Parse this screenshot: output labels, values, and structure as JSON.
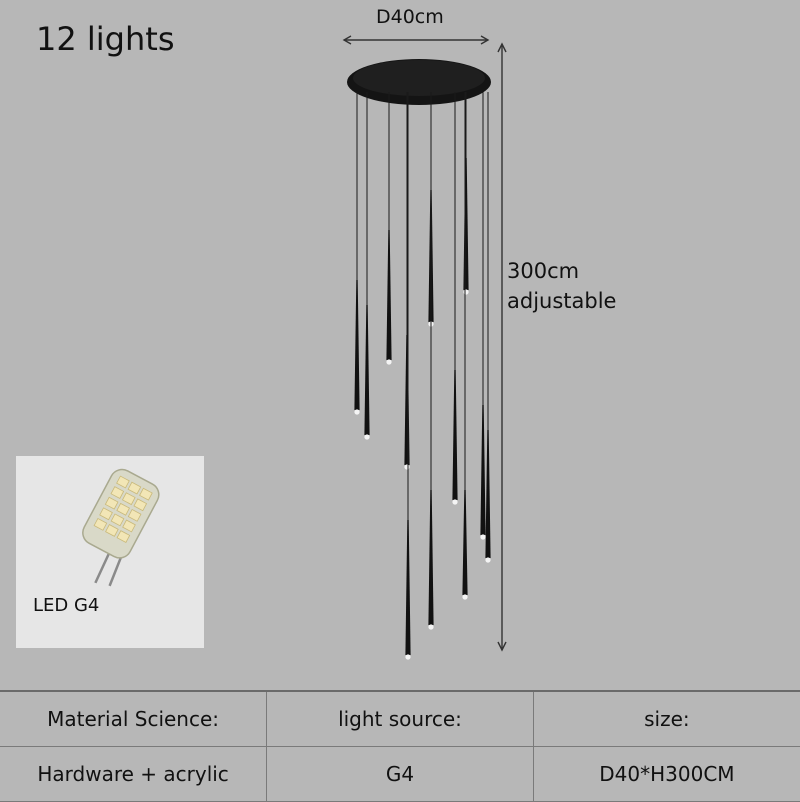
{
  "header": {
    "title": "12 lights",
    "diameter_label": "D40cm",
    "height_label": "300cm",
    "height_note": "adjustable"
  },
  "inset": {
    "bulb_label": "LED G4"
  },
  "specs": {
    "headers": [
      "Material Science:",
      "light source:",
      "size:"
    ],
    "values": [
      "Hardware + acrylic",
      "G4",
      "D40*H300CM"
    ]
  },
  "colors": {
    "background": "#b7b7b7",
    "fixture": "#111111",
    "inset_background": "#e6e6e6"
  }
}
